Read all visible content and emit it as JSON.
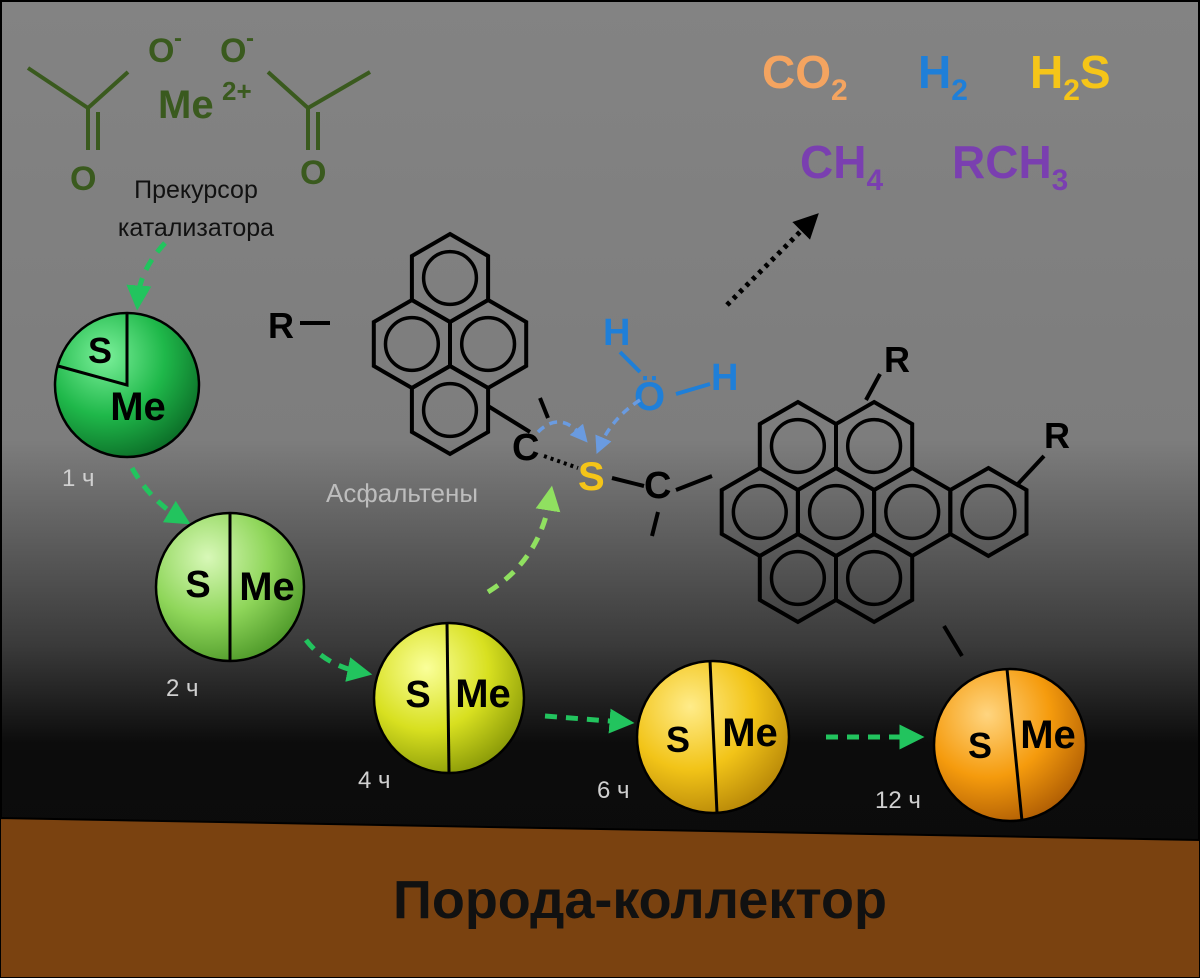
{
  "precursor": {
    "ligand_charge": "-",
    "oxygen": "O",
    "metal_ion": "Me",
    "metal_charge": "2+",
    "label_line1": "Прекурсор",
    "label_line2": "катализатора"
  },
  "particle_labels": {
    "sulfur": "S",
    "metal": "Me"
  },
  "time_labels": [
    "1 ч",
    "2 ч",
    "4 ч",
    "6 ч",
    "12 ч"
  ],
  "asphaltene": {
    "label": "Асфальтены",
    "substituent": "R",
    "carbon": "C",
    "sulfur": "S"
  },
  "water": {
    "hydrogen": "H",
    "oxygen": "Ö"
  },
  "gases": [
    {
      "base": "CO",
      "sub": "2",
      "tail": "",
      "color": "#f4a460"
    },
    {
      "base": "H",
      "sub": "2",
      "tail": "",
      "color": "#1f7fd8"
    },
    {
      "base": "H",
      "sub": "2",
      "tail": "S",
      "color": "#f5c518"
    },
    {
      "base": "CH",
      "sub": "4",
      "tail": "",
      "color": "#7a3fb0"
    },
    {
      "base": "RCH",
      "sub": "3",
      "tail": "",
      "color": "#7a3fb0"
    }
  ],
  "reservoir_label": "Порода-коллектор",
  "colors": {
    "precursor": "#3a5a1e",
    "arrow_green": "#22c45e",
    "arrow_lightgreen": "#90e060",
    "water_blue": "#1f7fd8",
    "sulfur_yellow": "#f5c518",
    "reservoir": "#7a4210",
    "particle_1h": "#1fb84a",
    "particle_2h": "#8fd65a",
    "particle_4h": "#d8e020",
    "particle_6h": "#f2c418",
    "particle_12h": "#f59b0d"
  }
}
